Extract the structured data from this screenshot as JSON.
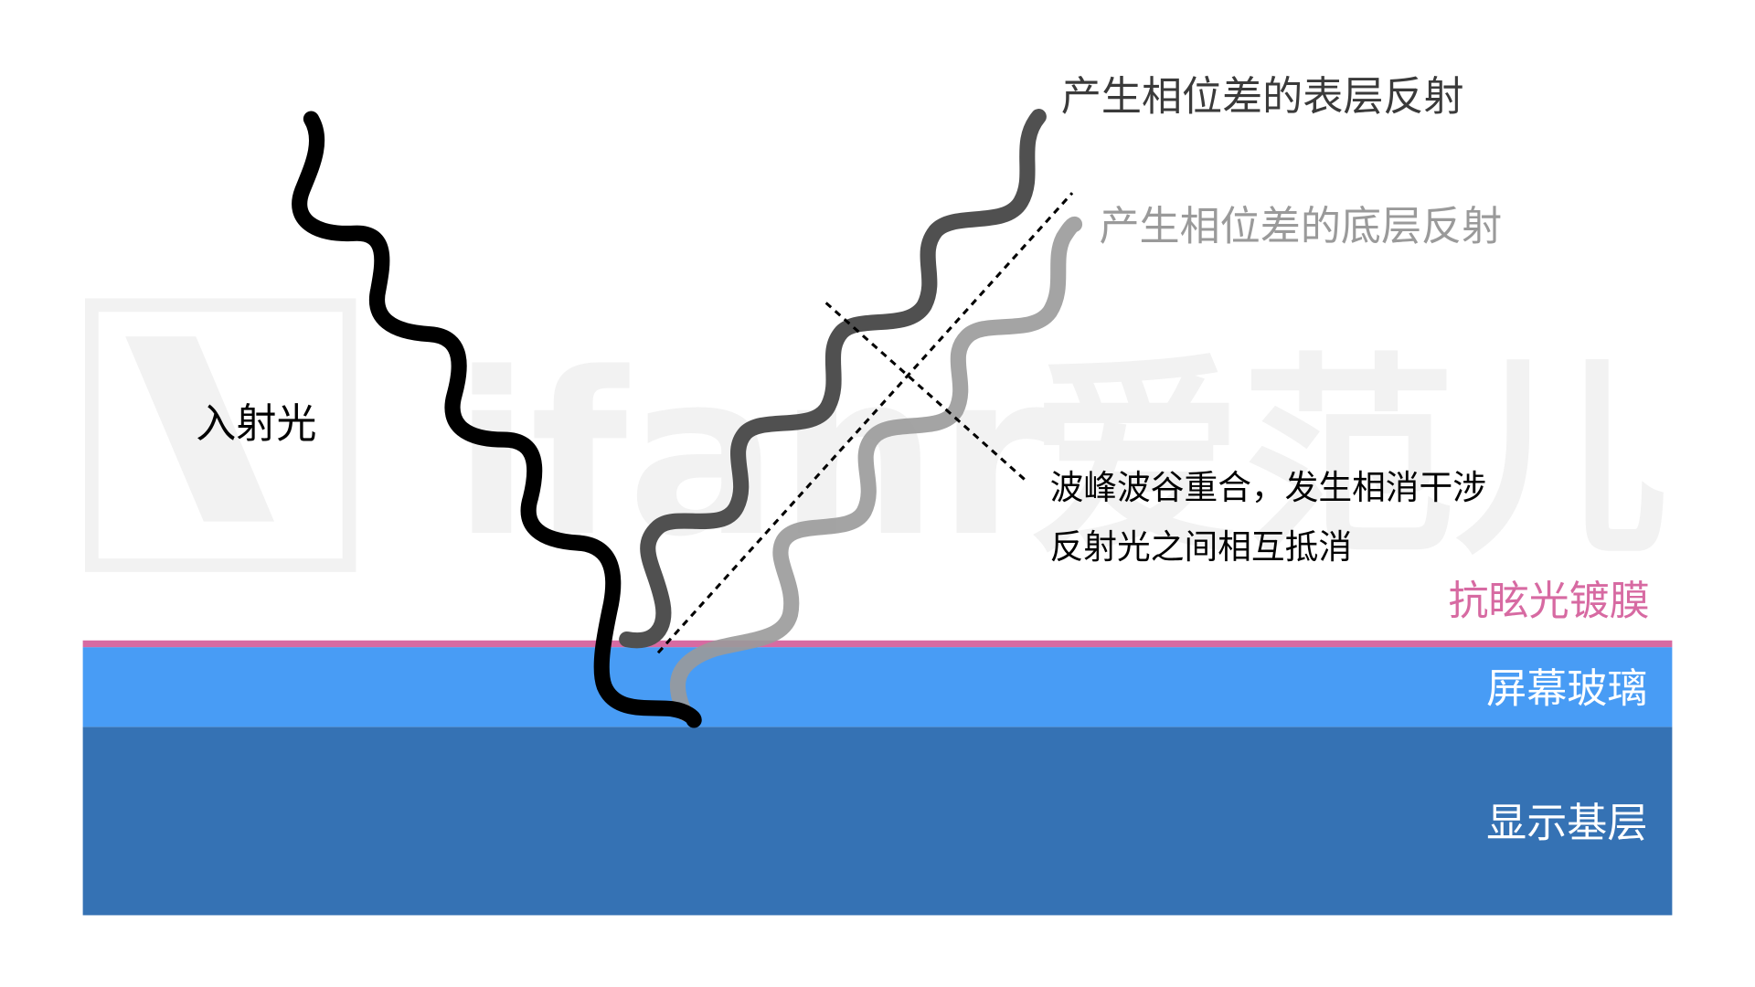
{
  "watermark": {
    "brand_latin": "ifanr",
    "brand_cn": "爱范儿",
    "color": "#f2f2f2"
  },
  "labels": {
    "incident": "入射光",
    "surface_reflection": "产生相位差的表层反射",
    "bottom_reflection": "产生相位差的底层反射",
    "interference_line1": "波峰波谷重合，发生相消干涉",
    "interference_line2": "反射光之间相互抵消"
  },
  "layers": [
    {
      "name": "抗眩光镀膜",
      "color": "#d76aa2",
      "text_color": "#d76aa2"
    },
    {
      "name": "屏幕玻璃",
      "color": "#489cf5",
      "text_color": "#ffffff"
    },
    {
      "name": "显示基层",
      "color": "#3572b4",
      "text_color": "#ffffff"
    }
  ],
  "colors": {
    "incident_wave": "#000000",
    "surface_wave": "#505050",
    "bottom_wave": "#9a9a9a",
    "surface_label": "#3a3a3a",
    "bottom_label": "#9a9a9a",
    "annotation": "#000000"
  }
}
